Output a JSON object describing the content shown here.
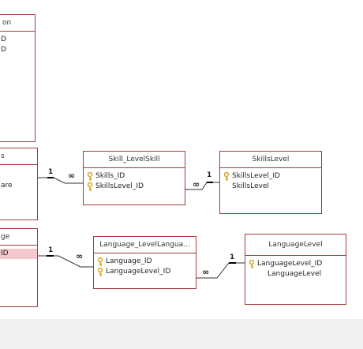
{
  "tables": {
    "left_top": {
      "title": "on",
      "rows": [
        "D",
        "D"
      ]
    },
    "left_mid": {
      "title": "s",
      "rows": [
        "are"
      ]
    },
    "left_bottom": {
      "title": "ge",
      "rows": [
        "ID"
      ]
    },
    "skill_levelskill": {
      "title": "Skill_LevelSkill",
      "rows": [
        "Skills_ID",
        "SkillsLevel_ID"
      ]
    },
    "skillslevel": {
      "title": "SkillsLevel",
      "rows": [
        "SkillsLevel_ID",
        "SkillsLevel"
      ]
    },
    "language_levellangua": {
      "title": "Language_LevelLangua...",
      "rows": [
        "Language_ID",
        "LanguageLevel_ID"
      ]
    },
    "languagelevel": {
      "title": "LanguageLevel",
      "rows": [
        "LanguageLevel_ID",
        "LanguageLevel"
      ]
    }
  },
  "relationships": {
    "one": "1",
    "many": "∞"
  },
  "colors": {
    "table_border": "#a33a3a",
    "selected_row": "#f4c7cc",
    "key_icon": "#d9a520",
    "background": "#ffffff"
  },
  "icons": {
    "primary_key": "key-icon"
  }
}
